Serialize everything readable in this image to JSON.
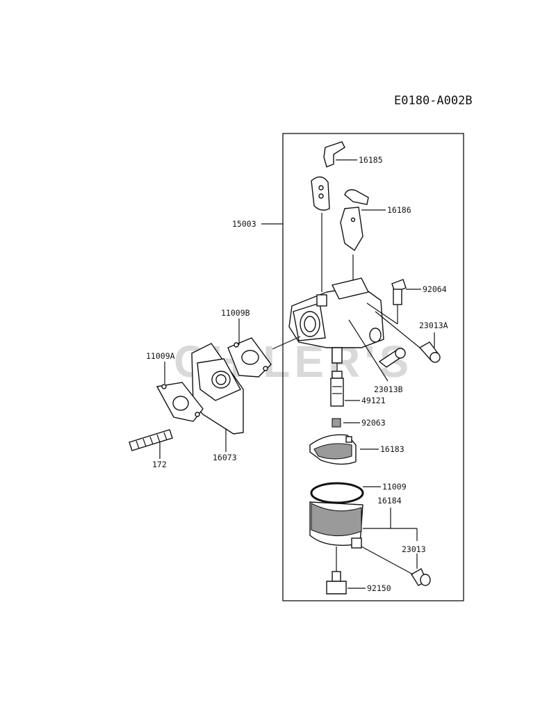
{
  "diagram_code": "E0180-A002B",
  "watermark": "CHILER'S",
  "callouts": {
    "p16185": "16185",
    "p16186": "16186",
    "p15003": "15003",
    "p92064": "92064",
    "p11009B": "11009B",
    "p23013A": "23013A",
    "p11009A": "11009A",
    "p23013B": "23013B",
    "p49121": "49121",
    "p92063": "92063",
    "p172": "172",
    "p16073": "16073",
    "p16183": "16183",
    "p11009": "11009",
    "p16184": "16184",
    "p23013": "23013",
    "p92150": "92150"
  }
}
